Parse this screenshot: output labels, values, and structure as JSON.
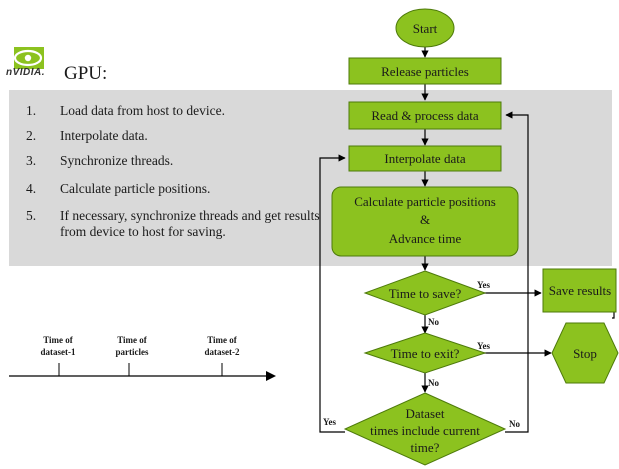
{
  "gpu": {
    "logo_text": "nVIDIA.",
    "title": "GPU:",
    "steps": [
      {
        "num": "1.",
        "text": "Load data from host to device."
      },
      {
        "num": "2.",
        "text": "Interpolate data."
      },
      {
        "num": "3.",
        "text": "Synchronize threads."
      },
      {
        "num": "4.",
        "text": "Calculate particle positions."
      },
      {
        "num": "5.",
        "text": "If necessary, synchronize threads and get results from device to host for saving."
      }
    ]
  },
  "timeline": {
    "labels": [
      {
        "line1": "Time of",
        "line2": "dataset-1"
      },
      {
        "line1": "Time of",
        "line2": "particles"
      },
      {
        "line1": "Time of",
        "line2": "dataset-2"
      }
    ]
  },
  "flowchart": {
    "start": "Start",
    "release": "Release particles",
    "read": "Read & process data",
    "interpolate": "Interpolate data",
    "calc_line1": "Calculate particle positions",
    "calc_line2": "&",
    "calc_line3": "Advance time",
    "save_q": "Time to save?",
    "save_results": "Save results",
    "exit_q": "Time to exit?",
    "stop": "Stop",
    "dataset_line1": "Dataset",
    "dataset_line2": "times include current",
    "dataset_line3": "time?",
    "yes": "Yes",
    "no": "No"
  },
  "colors": {
    "node_fill": "#8cc21f",
    "node_stroke": "#4d7a0a",
    "panel": "#d9d9d9"
  }
}
